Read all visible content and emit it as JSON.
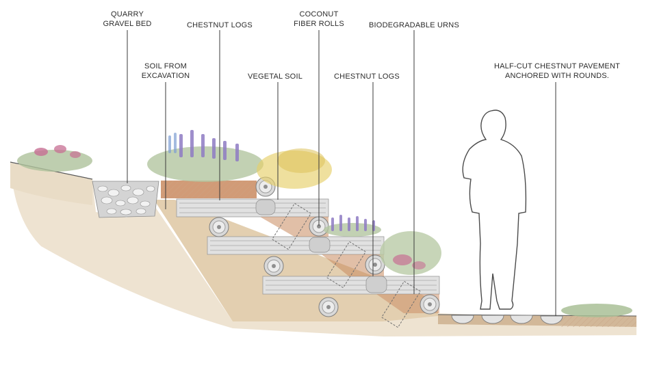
{
  "labels": {
    "quarry_gravel_bed": [
      "QUARRY",
      "GRAVEL BED"
    ],
    "soil_from_excavation": [
      "SOIL FROM",
      "EXCAVATION"
    ],
    "chestnut_logs_top": [
      "CHESTNUT LOGS"
    ],
    "vegetal_soil": [
      "VEGETAL SOIL"
    ],
    "coconut_fiber_rolls": [
      "COCONUT",
      "FIBER ROLLS"
    ],
    "chestnut_logs_mid": [
      "CHESTNUT LOGS"
    ],
    "biodegradable_urns": [
      "BIODEGRADABLE URNS"
    ],
    "half_cut_pavement": [
      "HALF-CUT CHESTNUT  PAVEMENT",
      "ANCHORED WITH ROUNDS."
    ]
  },
  "colors": {
    "soil": "#e6d6bd",
    "soil_dark": "#d9c3a2",
    "topsoil": "#b7714a",
    "log": "#dcdcdc",
    "log_lines": "#a8a8a8",
    "gravel": "#cfcfcf",
    "leader": "#3a3a3a",
    "lavender": "#8f7cc4",
    "pink": "#c76f93",
    "yellow": "#e7cf6a",
    "foliage": "#a9bf97"
  }
}
